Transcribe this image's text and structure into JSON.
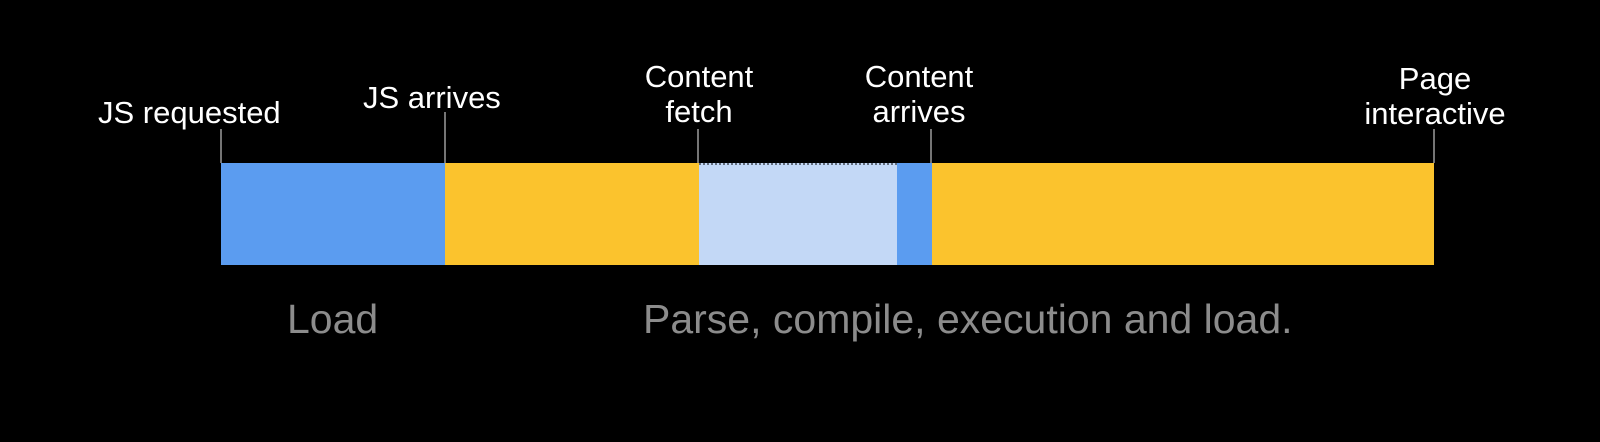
{
  "colors": {
    "background": "#000000",
    "blue": "#5B9CF0",
    "yellow": "#FBC32D",
    "light_blue": "#C3D8F6",
    "tick": "#757575",
    "label_text": "#FFFFFF",
    "phase_text": "#8C8C8C"
  },
  "timeline": {
    "milestones": [
      {
        "label": "JS requested"
      },
      {
        "label": "JS arrives"
      },
      {
        "label": "Content\nfetch"
      },
      {
        "label": "Content\narrives"
      },
      {
        "label": "Page\ninteractive"
      }
    ],
    "segments": [
      {
        "name": "js-download",
        "from": "JS requested",
        "to": "JS arrives",
        "color": "blue"
      },
      {
        "name": "parse-compile-1",
        "from": "JS arrives",
        "to": "Content fetch",
        "color": "yellow"
      },
      {
        "name": "content-fetch",
        "from": "Content fetch",
        "to": "Content arrives",
        "color": "light_blue"
      },
      {
        "name": "content-arrive",
        "from": "Content arrives",
        "to": "",
        "color": "blue"
      },
      {
        "name": "parse-compile-2",
        "from": "",
        "to": "Page interactive",
        "color": "yellow"
      }
    ],
    "phases": [
      {
        "label": "Load"
      },
      {
        "label": "Parse, compile, execution and load."
      }
    ]
  }
}
